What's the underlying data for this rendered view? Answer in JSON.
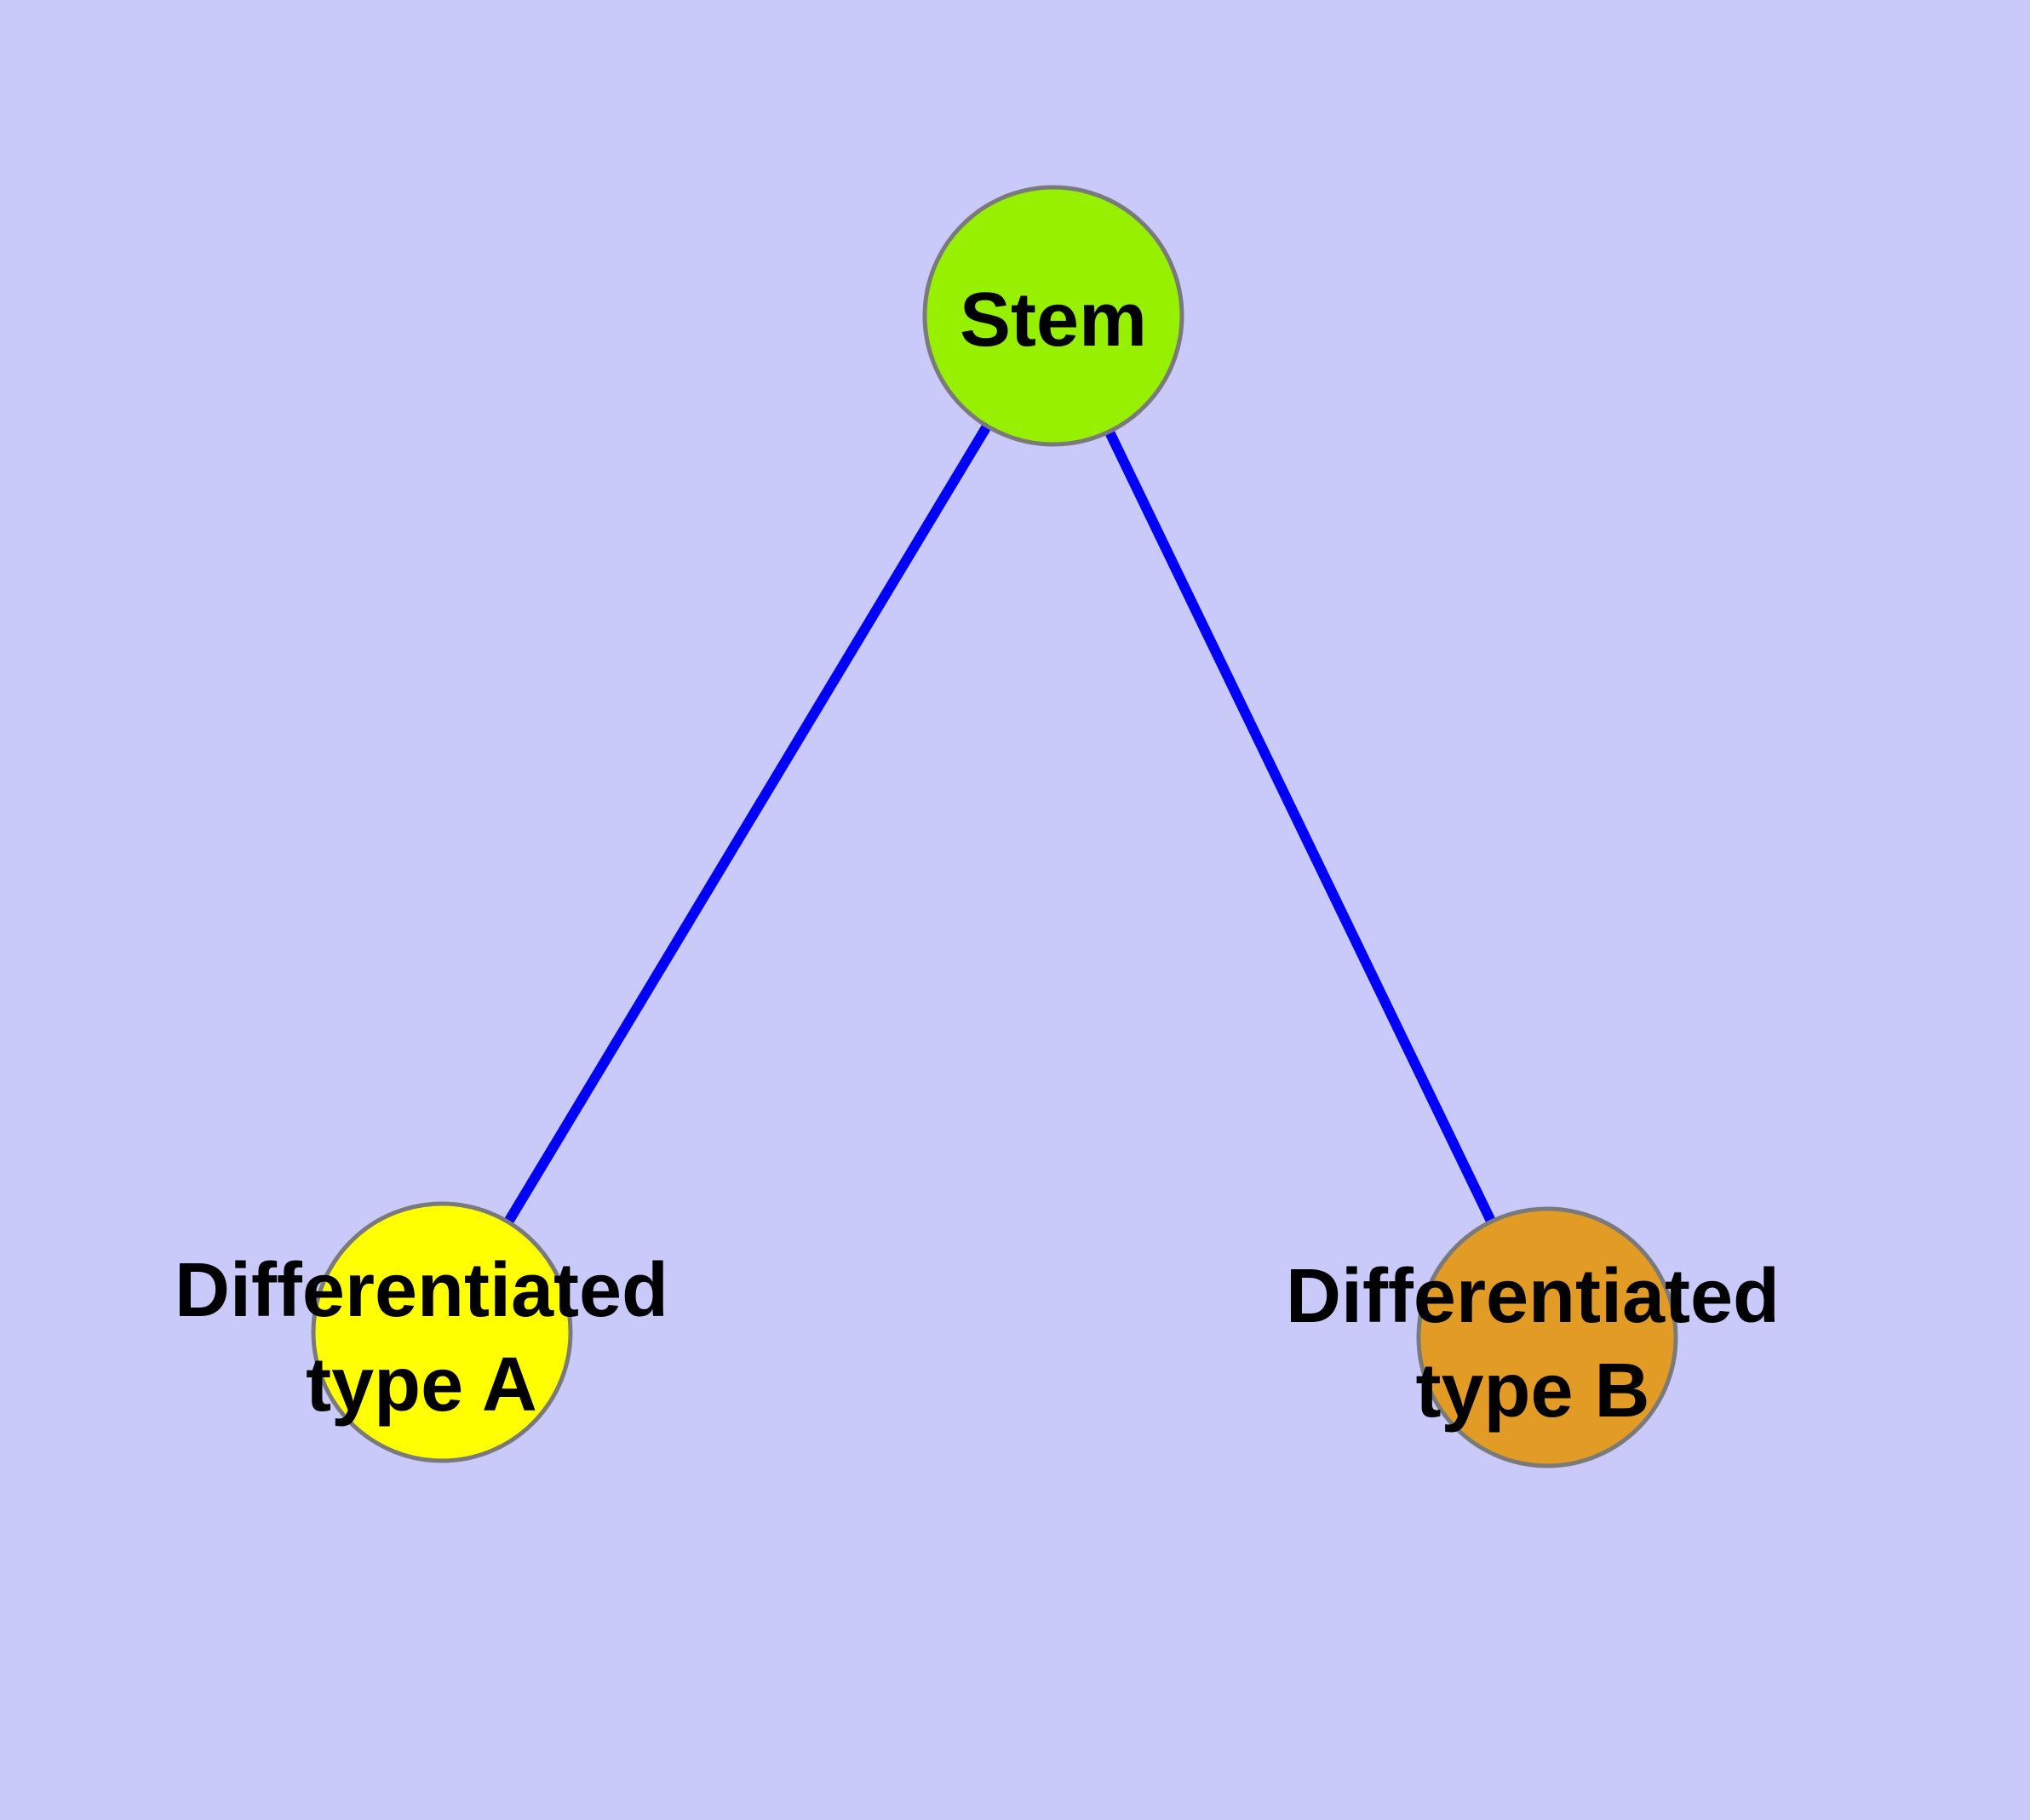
{
  "diagram": {
    "kind": "node-link-graph",
    "colors": {
      "background": "#C9C9FA",
      "edge": "#0000FA",
      "node_border": "#7A7A7A",
      "label_text": "#000000"
    },
    "nodes": [
      {
        "id": "stem",
        "label": "Stem",
        "fill": "#97F000"
      },
      {
        "id": "differentiated-type-a",
        "label_line1": "Differentiated",
        "label_line2": "type A",
        "fill": "#FFFF00"
      },
      {
        "id": "differentiated-type-b",
        "label_line1": "Differentiated",
        "label_line2": "type B",
        "fill": "#E29C26"
      }
    ],
    "edges": [
      {
        "from": "Stem",
        "to": "Differentiated type A"
      },
      {
        "from": "Stem",
        "to": "Differentiated type B"
      }
    ]
  }
}
